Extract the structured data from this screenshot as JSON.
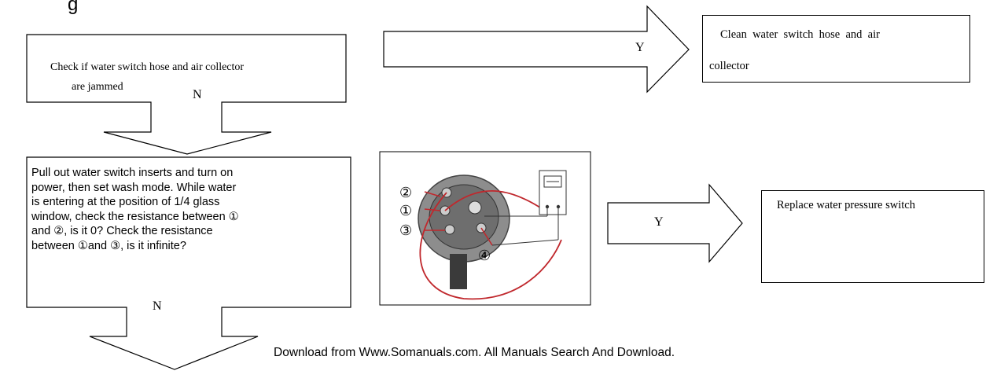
{
  "header_fragment": "g",
  "flow": {
    "step1_line1": "Check if water switch hose and air collector",
    "step1_line2": "are jammed",
    "step1_no": "N",
    "step1_yes": "Y",
    "action1_line1": "Clean  water  switch  hose  and  air",
    "action1_line2": "collector",
    "step2_lines": [
      "Pull out water switch inserts and turn on",
      "power, then set wash mode. While water",
      "is entering at the position of 1/4 glass",
      "window, check the resistance between ①",
      "and ②, is it 0? Check the resistance",
      "between ①and ③, is it infinite?"
    ],
    "step2_no": "N",
    "step2_yes": "Y",
    "action2": "Replace water pressure switch"
  },
  "figure": {
    "label_1": "①",
    "label_2": "②",
    "label_3": "③",
    "label_4": "④"
  },
  "footer": "Download from Www.Somanuals.com. All Manuals Search And Download."
}
